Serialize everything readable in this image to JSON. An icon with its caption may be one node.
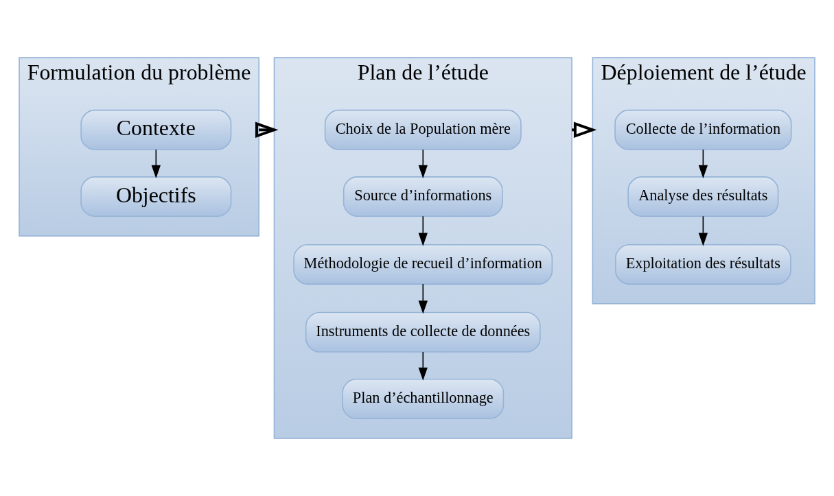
{
  "diagram": {
    "nodes": [
      {
        "text": [
          "Formulation du problème"
        ]
      },
      {
        "text": [
          "Contexte"
        ],
        "in": 0
      },
      {
        "text": [
          "Objectifs"
        ],
        "in": 0
      },
      {
        "text": [
          "Plan de l’étude"
        ]
      },
      {
        "text": [
          "Choix de la Population mère"
        ],
        "in": 3
      },
      {
        "text": [
          "Source d’informations"
        ],
        "in": 3
      },
      {
        "text": [
          "Méthodologie de recueil d’information"
        ],
        "in": 3
      },
      {
        "text": [
          "Instruments de collecte de données"
        ],
        "in": 3
      },
      {
        "text": [
          "Plan d’échantillonnage"
        ],
        "in": 3
      },
      {
        "text": [
          "Déploiement de l’étude"
        ]
      },
      {
        "text": [
          "Collecte de l’information"
        ],
        "in": 9
      },
      {
        "text": [
          "Analyse des résultats"
        ],
        "in": 9
      },
      {
        "text": [
          "Exploitation des résultats"
        ],
        "in": 9
      }
    ],
    "edges": [
      {
        "from": 1,
        "to": 2,
        "arrow": "to"
      },
      {
        "from": 4,
        "to": 5,
        "arrow": "to"
      },
      {
        "from": 5,
        "to": 6,
        "arrow": "to"
      },
      {
        "from": 6,
        "to": 7,
        "arrow": "to"
      },
      {
        "from": 7,
        "to": 8,
        "arrow": "to"
      },
      {
        "from": 10,
        "to": 11,
        "arrow": "to"
      },
      {
        "from": 11,
        "to": 12,
        "arrow": "to"
      },
      {
        "from": 0,
        "to": 3,
        "arrow": "to",
        "style": "thick"
      },
      {
        "from": 3,
        "to": 9,
        "arrow": "to",
        "style": "thick"
      }
    ]
  }
}
